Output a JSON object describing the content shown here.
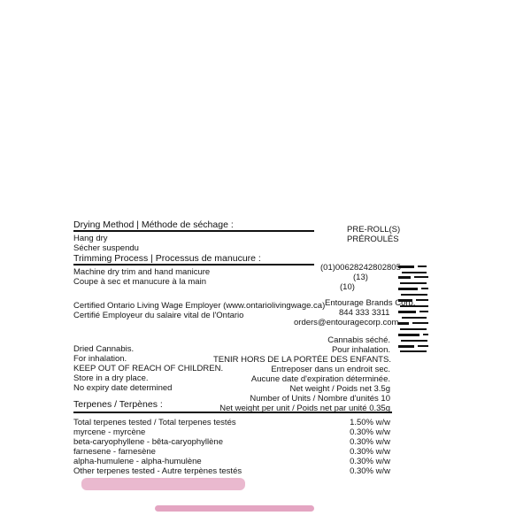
{
  "drying": {
    "heading": "Drying Method | Méthode de séchage :",
    "lines": [
      "Hang dry",
      "Sécher suspendu"
    ]
  },
  "product_type": {
    "en": "PRE-ROLL(S)",
    "fr": "PRÉROULÉS"
  },
  "trimming": {
    "heading": "Trimming Process | Processus de manucure :",
    "lines": [
      "Machine dry trim and hand manicure",
      "Coupe à sec et manucure à la main"
    ]
  },
  "gs1": {
    "gtin": "(01)00628242802805",
    "code13": "(13)",
    "code10": "(10)"
  },
  "wage": {
    "en": "Certified Ontario Living Wage Employer (www.ontariolivingwage.ca)",
    "fr": "Certifié Employeur du salaire vital de l'Ontario"
  },
  "company": {
    "name": "Entourage Brands Corp.",
    "phone": "844 333 3311",
    "email": "orders@entouragecorp.com"
  },
  "left_info": [
    "Dried Cannabis.",
    "For inhalation.",
    "KEEP OUT OF REACH OF CHILDREN.",
    "Store in a dry place.",
    "No expiry date determined"
  ],
  "right_info": [
    "Cannabis séché.",
    "Pour inhalation.",
    "TENIR HORS DE LA PORTÉE DES ENFANTS.",
    "Entreposer dans un endroit sec.",
    "Aucune date d'expiration déterminée.",
    "Net weight / Poids net 3.5g",
    "Number of Units / Nombre d'unités 10",
    "Net weight per unit / Poids net par unité 0.35g"
  ],
  "terpenes": {
    "heading": "Terpenes / Terpènes :",
    "rows": [
      {
        "name": "Total terpenes tested / Total terpenes testés",
        "value": "1.50% w/w"
      },
      {
        "name": "myrcene - myrcène",
        "value": "0.30% w/w"
      },
      {
        "name": "beta-caryophyllene - bêta-caryophyllène",
        "value": "0.30% w/w"
      },
      {
        "name": "farnesene - farnesène",
        "value": "0.30% w/w"
      },
      {
        "name": "alpha-humulene - alpha-humulène",
        "value": "0.30% w/w"
      },
      {
        "name": "Other terpenes tested - Autre terpènes testés",
        "value": "0.30% w/w"
      }
    ]
  },
  "colors": {
    "ink": "#151515",
    "accent_pink": "#d97fa8"
  }
}
